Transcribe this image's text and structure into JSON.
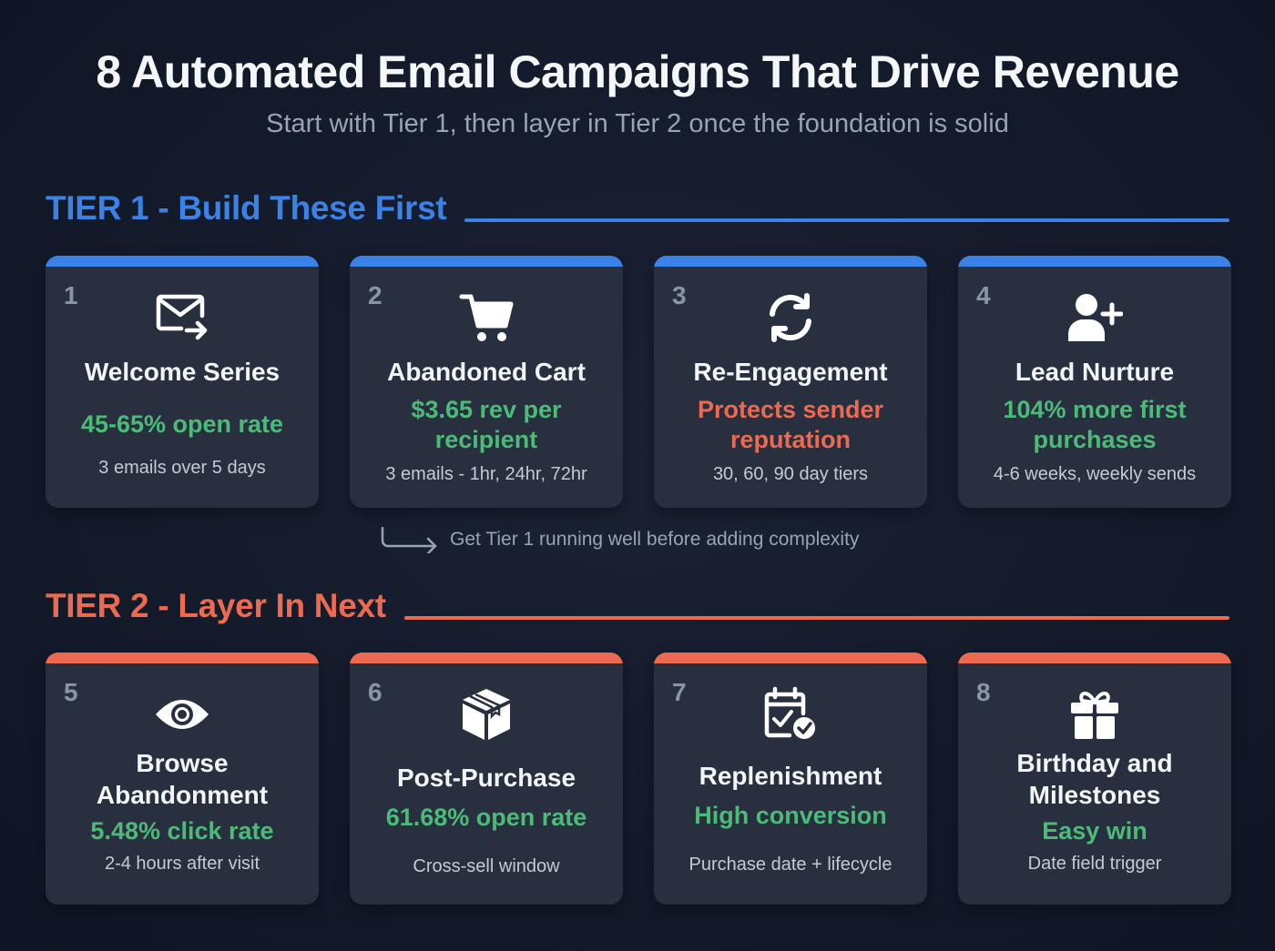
{
  "header": {
    "title": "8 Automated Email Campaigns That Drive Revenue",
    "subtitle": "Start with Tier 1, then layer in Tier 2 once the foundation is solid"
  },
  "tiers": [
    {
      "label": "TIER 1 - Build These First",
      "color": "#3b82e6",
      "cards": [
        {
          "num": "1",
          "icon": "email-forward-icon",
          "name": "Welcome Series",
          "metric": "45-65% open rate",
          "metric_color": "green",
          "detail": "3 emails over 5 days"
        },
        {
          "num": "2",
          "icon": "shopping-cart-icon",
          "name": "Abandoned Cart",
          "metric": "$3.65 rev per recipient",
          "metric_color": "green",
          "detail": "3 emails - 1hr, 24hr, 72hr"
        },
        {
          "num": "3",
          "icon": "refresh-icon",
          "name": "Re-Engagement",
          "metric": "Protects sender reputation",
          "metric_color": "orange",
          "detail": "30, 60, 90 day tiers"
        },
        {
          "num": "4",
          "icon": "user-plus-icon",
          "name": "Lead Nurture",
          "metric": "104% more first purchases",
          "metric_color": "green",
          "detail": "4-6 weeks, weekly sends"
        }
      ]
    },
    {
      "label": "TIER 2 - Layer In Next",
      "color": "#ec6a50",
      "cards": [
        {
          "num": "5",
          "icon": "eye-icon",
          "name": "Browse Abandonment",
          "metric": "5.48% click rate",
          "metric_color": "green",
          "detail": "2-4 hours after visit"
        },
        {
          "num": "6",
          "icon": "package-icon",
          "name": "Post-Purchase",
          "metric": "61.68% open rate",
          "metric_color": "green",
          "detail": "Cross-sell window"
        },
        {
          "num": "7",
          "icon": "calendar-check-icon",
          "name": "Replenishment",
          "metric": "High conversion",
          "metric_color": "green",
          "detail": "Purchase date + lifecycle"
        },
        {
          "num": "8",
          "icon": "gift-icon",
          "name": "Birthday and Milestones",
          "metric": "Easy win",
          "metric_color": "green",
          "detail": "Date field trigger"
        }
      ]
    }
  ],
  "note": {
    "icon": "arrow-turn-right-icon",
    "text": "Get Tier 1 running well before adding complexity"
  }
}
